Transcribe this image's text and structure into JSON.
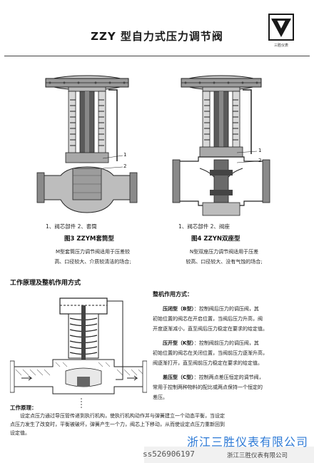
{
  "header": {
    "title": "ZZY 型自力式压力调节阀",
    "logo_text": "三胜仪表"
  },
  "figure3": {
    "label_1": "1",
    "label_2": "2",
    "captions": "1、阀芯部件    2、套筒",
    "title": "图3 ZZYM套筒型",
    "description_line1": "M型套筒压力调节阀适用于压差较",
    "description_line2": "高、口径较大、介质较清洁的场合;"
  },
  "figure4": {
    "label_1": "1",
    "label_2": "2",
    "captions": "1、阀芯部件    2、阀座",
    "title": "图4 ZZYN双座型",
    "description_line1": "N型双座压力调节阀适用于压差",
    "description_line2": "较高、口径较大、没有气蚀的场合;"
  },
  "section": {
    "title": "工作原理及整机作用方式"
  },
  "mode": {
    "heading": "整机作用方式：",
    "closed_label": "压闭型（B型）",
    "closed_text_1": "：控制阀后压力的调压阀，其",
    "closed_text_2": "初始位置的阀芯在开启位置，当阀后压力升高，阀",
    "closed_text_3": "开度逐渐减小，直至阀后压力稳定在要求的给定值。",
    "open_label": "压开型（K型）",
    "open_text_1": "：控制阀前压力的调压阀，其",
    "open_text_2": "初始位置的阀芯在关闭位置，当阀前压力逐渐升高，",
    "open_text_3": "阀逐渐打开，直至阀前压力稳定在要求的给定值。",
    "diff_label": "差压型（C型）",
    "diff_text_1": "：控制两点差压恒定的调节阀，",
    "diff_text_2": "常用于控制两种物料的配比或两点保持一个恒定的",
    "diff_text_3": "差压。"
  },
  "principle": {
    "heading": "工作原理：",
    "line1": "设定点压力通过导压管传递到执行机构，使执行机构动作并与弹簧建立一个动态平衡，当设定",
    "line2": "点压力发生了改变时，平衡被破坏，弹簧产生一个力，阀芯上下移动，从而使设定点压力重新回到",
    "line3": "设定值。"
  },
  "footer": {
    "company_big": "浙江三胜仪表有限公司",
    "id_text": "ss526906197",
    "company_small": "浙江三胜仪表有限公司"
  }
}
